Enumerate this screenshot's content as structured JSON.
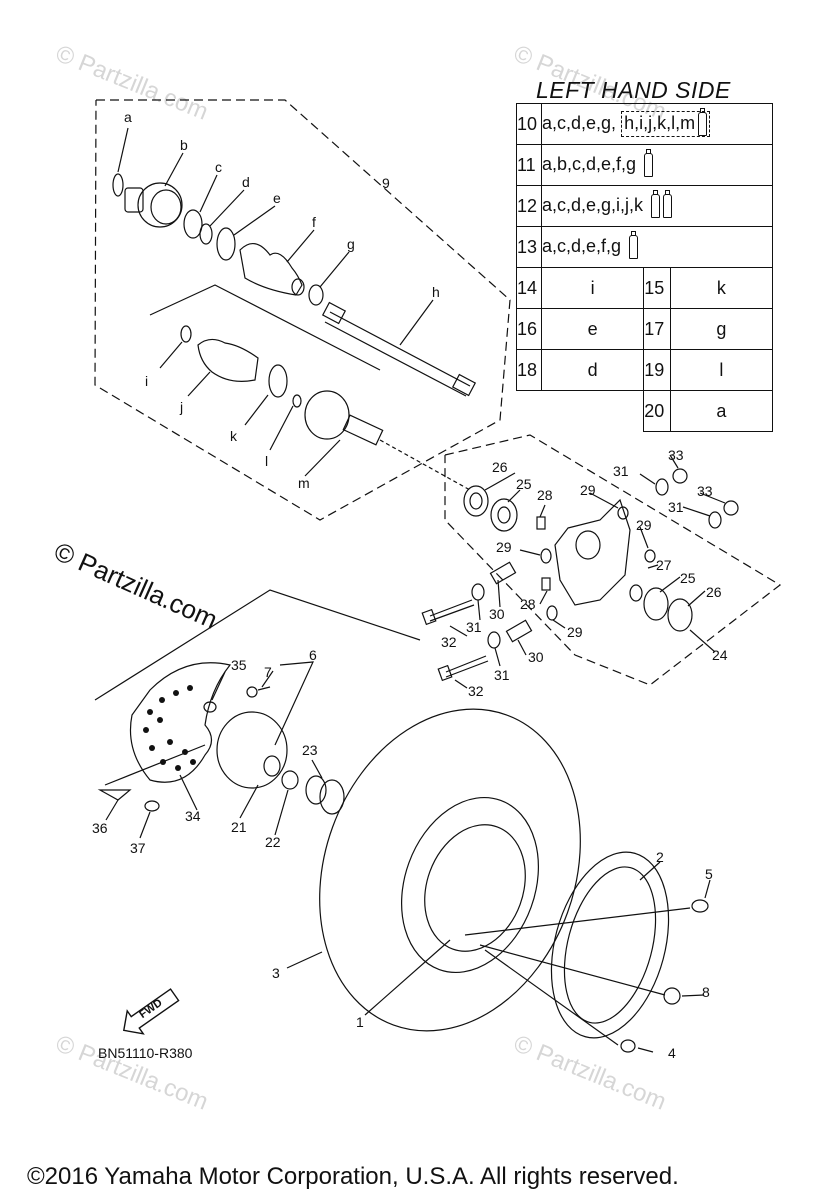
{
  "watermark": "© Partzilla.com",
  "site_mark": "© Partzilla.com",
  "table": {
    "title": "LEFT HAND SIDE",
    "rows": [
      {
        "no": "10",
        "letters": "a,c,d,e,g,",
        "boxed": "h,i,j,k,l,m",
        "tubes": 1
      },
      {
        "no": "11",
        "letters": "a,b,c,d,e,f,g",
        "boxed": "",
        "tubes": 1
      },
      {
        "no": "12",
        "letters": "a,c,d,e,g,i,j,k",
        "boxed": "",
        "tubes": 2
      },
      {
        "no": "13",
        "letters": "a,c,d,e,f,g",
        "boxed": "",
        "tubes": 1
      }
    ],
    "pairs": [
      {
        "no1": "14",
        "v1": "i",
        "no2": "15",
        "v2": "k"
      },
      {
        "no1": "16",
        "v1": "e",
        "no2": "17",
        "v2": "g"
      },
      {
        "no1": "18",
        "v1": "d",
        "no2": "19",
        "v2": "l"
      },
      {
        "no1": "",
        "v1": "",
        "no2": "20",
        "v2": "a"
      }
    ]
  },
  "callouts": {
    "a": "a",
    "b": "b",
    "c": "c",
    "d": "d",
    "e": "e",
    "f": "f",
    "g": "g",
    "h": "h",
    "i": "i",
    "j": "j",
    "k": "k",
    "l": "l",
    "m": "m",
    "n1": "1",
    "n2": "2",
    "n3": "3",
    "n4": "4",
    "n5": "5",
    "n6": "6",
    "n7": "7",
    "n8": "8",
    "n9": "9",
    "n21": "21",
    "n22": "22",
    "n23": "23",
    "n24": "24",
    "n25a": "25",
    "n25b": "25",
    "n26a": "26",
    "n26b": "26",
    "n27": "27",
    "n28a": "28",
    "n28b": "28",
    "n29a": "29",
    "n29b": "29",
    "n29c": "29",
    "n29d": "29",
    "n30a": "30",
    "n30b": "30",
    "n31a": "31",
    "n31b": "31",
    "n31c": "31",
    "n31d": "31",
    "n32a": "32",
    "n32b": "32",
    "n33a": "33",
    "n33b": "33",
    "n34": "34",
    "n35": "35",
    "n36": "36",
    "n37": "37"
  },
  "fwd_label": "FWD",
  "diagram_code": "BN51110-R380",
  "copyright": "©2016  Yamaha Motor Corporation, U.S.A. All rights reserved."
}
